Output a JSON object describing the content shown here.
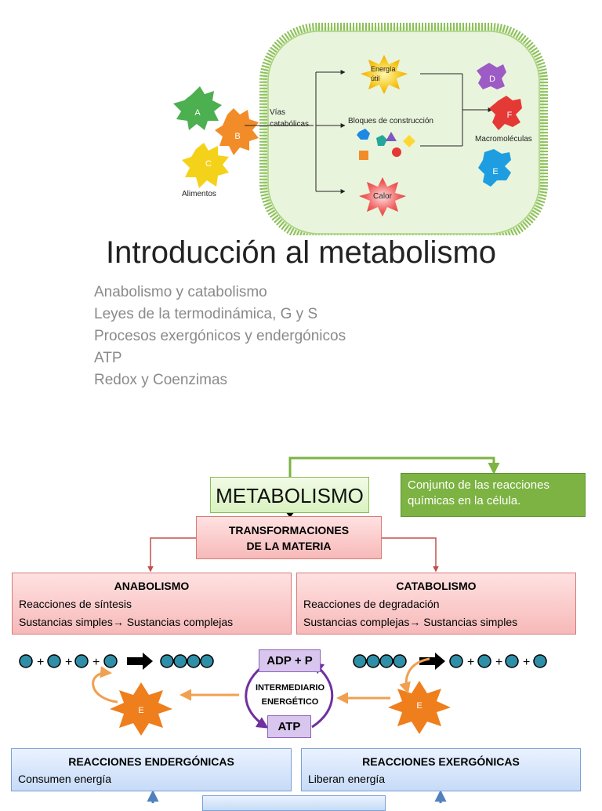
{
  "cell_diagram": {
    "foods_label": "Alimentos",
    "molecules": [
      "A",
      "B",
      "C"
    ],
    "pathway_label": "Vías catabólicas",
    "energy_label": "Energía útil",
    "blocks_label": "Bloques de construcción",
    "heat_label": "Calor",
    "macromolecules_label": "Macromoléculas",
    "macros": [
      "D",
      "F",
      "E"
    ]
  },
  "title": "Introducción al metabolismo",
  "topics": [
    "Anabolismo y catabolismo",
    "Leyes de la termodinámica, G y S",
    "Procesos exergónicos y endergónicos",
    "ATP",
    "Redox y Coenzimas"
  ],
  "concept_map": {
    "metabolismo": "METABOLISMO",
    "definition": "Conjunto de las reacciones químicas en la célula.",
    "transformaciones": "TRANSFORMACIONES DE LA MATERIA",
    "anabolismo": {
      "title": "ANABOLISMO",
      "line1": "Reacciones de síntesis",
      "line2": "Sustancias simples→ Sustancias complejas"
    },
    "catabolismo": {
      "title": "CATABOLISMO",
      "line1": "Reacciones de degradación",
      "line2": "Sustancias complejas→ Sustancias simples"
    },
    "adp": "ADP + P",
    "atp": "ATP",
    "intermediario": "INTERMEDIARIO ENERGÉTICO",
    "energy_symbol": "E",
    "endergonicas": {
      "title": "REACCIONES ENDERGÓNICAS",
      "desc": "Consumen energía"
    },
    "exergonicas": {
      "title": "REACCIONES EXERGÓNICAS",
      "desc": "Liberan energía"
    }
  },
  "colors": {
    "cell_fill": "#e9f4dc",
    "cell_border": "#8cc05a",
    "dot_fill": "#2f8fa8",
    "star_orange": "#ef7e1c",
    "adp_fill": "#d9c6ee",
    "arrow_purple": "#7030a0"
  }
}
